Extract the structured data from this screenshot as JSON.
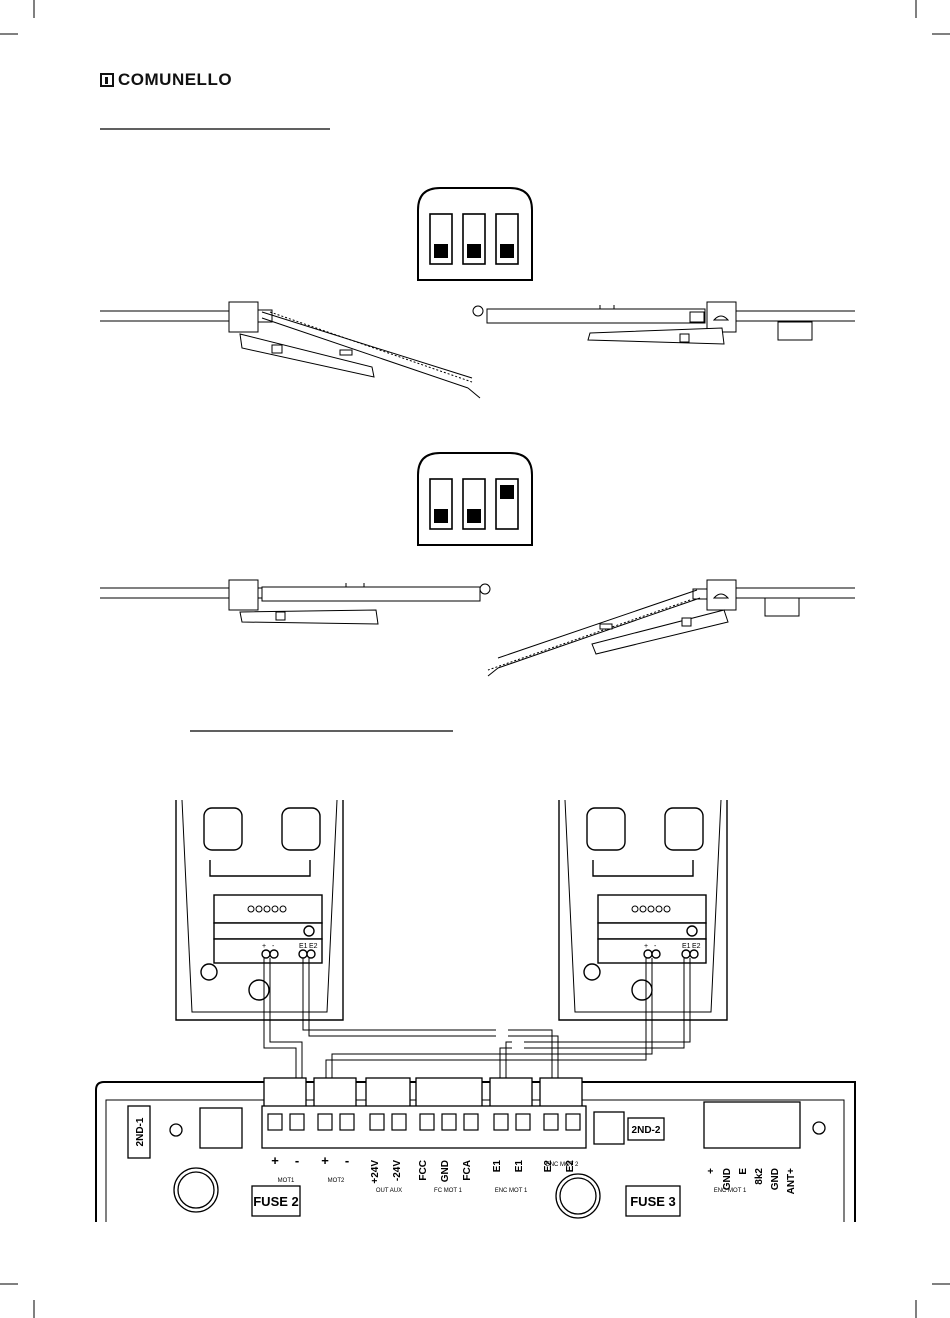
{
  "brand": {
    "name": "COMUNELLO"
  },
  "top_dip_switch": {
    "positions": [
      "down",
      "down",
      "down"
    ]
  },
  "bottom_dip_switch": {
    "positions": [
      "down",
      "down",
      "up"
    ]
  },
  "motor_labels": {
    "plus": "+",
    "minus": "-",
    "gnd": "GND",
    "e": "E",
    "e1": "E1",
    "e2": "E2"
  },
  "board": {
    "sections": {
      "snd1": "2ND-1",
      "snd2": "2ND-2",
      "fuse2": "FUSE 2",
      "fuse3": "FUSE 3"
    },
    "terminals": {
      "mot1": [
        "+",
        "-"
      ],
      "mot2": [
        "+",
        "-"
      ],
      "out_aux": [
        "+24V",
        "-24V"
      ],
      "fc_mot1": [
        "FCC",
        "GND",
        "FCA"
      ],
      "enc_mot1": [
        "E1",
        "E1"
      ],
      "enc_mot2": [
        "E2",
        "E2"
      ],
      "enc_mot1_right": [
        "+",
        "GND",
        "E"
      ],
      "right_block": [
        "8k2",
        "GND",
        "ANT+"
      ]
    },
    "group_labels": {
      "mot1": "MOT1",
      "mot2": "MOT2",
      "out_aux": "OUT AUX",
      "fc_mot1": "FC MOT 1",
      "enc_mot1": "ENC MOT 1",
      "enc_mot2": "ENC MOT 2",
      "enc_mot1_right": "ENC MOT 1"
    }
  }
}
